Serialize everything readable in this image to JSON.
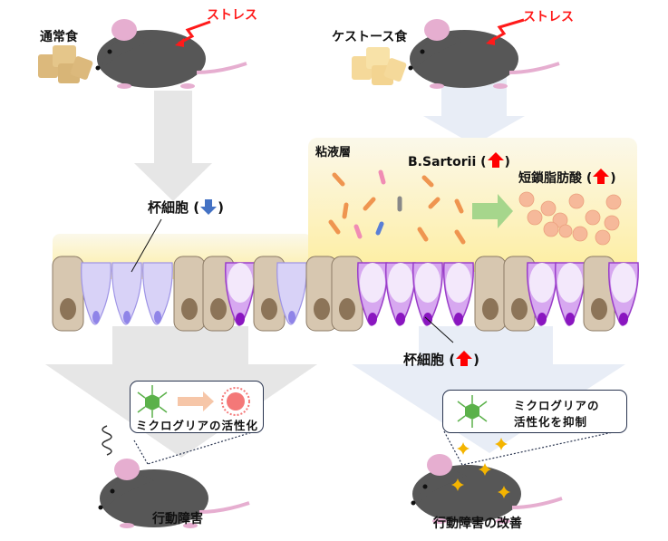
{
  "left_panel": {
    "diet_label": "通常食",
    "stress_label": "ストレス",
    "goblet_label": "杯細胞 (",
    "goblet_close": ")",
    "goblet_trend": "down",
    "microglia_box_label": "ミクログリアの活性化",
    "outcome_label": "行動障害"
  },
  "right_panel": {
    "diet_label": "ケストース食",
    "stress_label": "ストレス",
    "mucus_layer_label": "粘液層",
    "bacteria_label": "B.Sartorii (",
    "bacteria_close": ")",
    "bacteria_trend": "up",
    "scfa_label": "短鎖脂肪酸 (",
    "scfa_close": ")",
    "scfa_trend": "up",
    "goblet_label": "杯細胞 (",
    "goblet_close": ")",
    "goblet_trend": "up",
    "microglia_box_line1": "ミクログリアの",
    "microglia_box_line2": "活性化を抑制",
    "outcome_label": "行動障害の改善"
  },
  "colors": {
    "up_arrow": "#ff0000",
    "down_arrow": "#4472c4",
    "stress": "#ff1a1a",
    "mouse_body": "#575757",
    "mouse_pink": "#e6aed0",
    "gray_arrow": "#e6e6e6",
    "blue_arrow": "#e8edf6",
    "mucus_top": "#fbf8ea",
    "mucus_bottom": "#fdeea0",
    "goblet_low": "#cfc8f5",
    "goblet_high": "#c98ae8",
    "enterocyte": "#d7c7b0",
    "scfa": "#f6b99a",
    "microglia_resting": "#5bb14a",
    "microglia_active": "#f47878"
  }
}
